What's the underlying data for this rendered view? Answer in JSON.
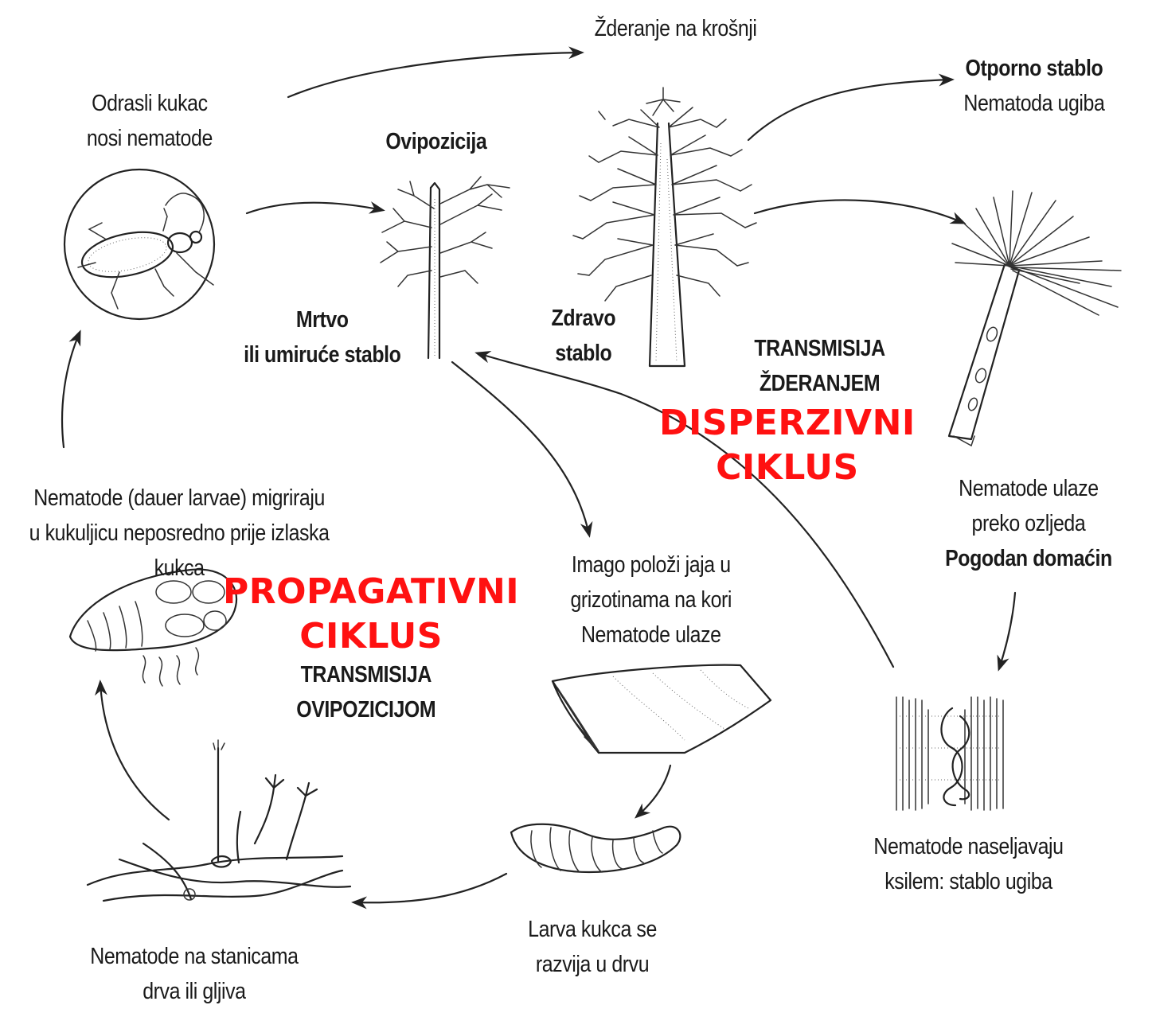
{
  "labels": {
    "top_feeding": "Žderanje na krošnji",
    "adult_insect": [
      "Odrasli kukac",
      "nosi nematode"
    ],
    "oviposition": "Ovipozicija",
    "resistant_tree": [
      "Otporno stablo",
      "Nematoda ugiba"
    ],
    "dead_tree": [
      "Mrtvo",
      "ili umiruće stablo"
    ],
    "healthy_tree": [
      "Zdravo",
      "stablo"
    ],
    "feeding_transmission": [
      "TRANSMISIJA",
      "ŽDERANJEM"
    ],
    "nematodes_wounds": [
      "Nematode ulaze",
      "preko ozljeda"
    ],
    "suitable_host": "Pogodan domaćin",
    "dauer_migration": [
      "Nematode (dauer larvae) migriraju",
      "u kukuljicu neposredno prije izlaska",
      "kukca"
    ],
    "imago_eggs": [
      "Imago položi jaja u",
      "grizotinama na kori",
      "Nematode ulaze"
    ],
    "oviposition_transmission": [
      "TRANSMISIJA",
      "OVIPOZICIJOM"
    ],
    "xylem": [
      "Nematode naseljavaju",
      "ksilem: stablo ugiba"
    ],
    "wood_cells": [
      "Nematode na stanicama",
      "drva ili gljiva"
    ],
    "larva": [
      "Larva kukca se",
      "razvija u drvu"
    ]
  },
  "overlay": {
    "dispersive_cycle": [
      "DISPERZIVNI",
      "CIKLUS"
    ],
    "propagative_cycle": [
      "PROPAGATIVNI",
      "CIKLUS"
    ],
    "overlay_color": "#ff1111"
  }
}
